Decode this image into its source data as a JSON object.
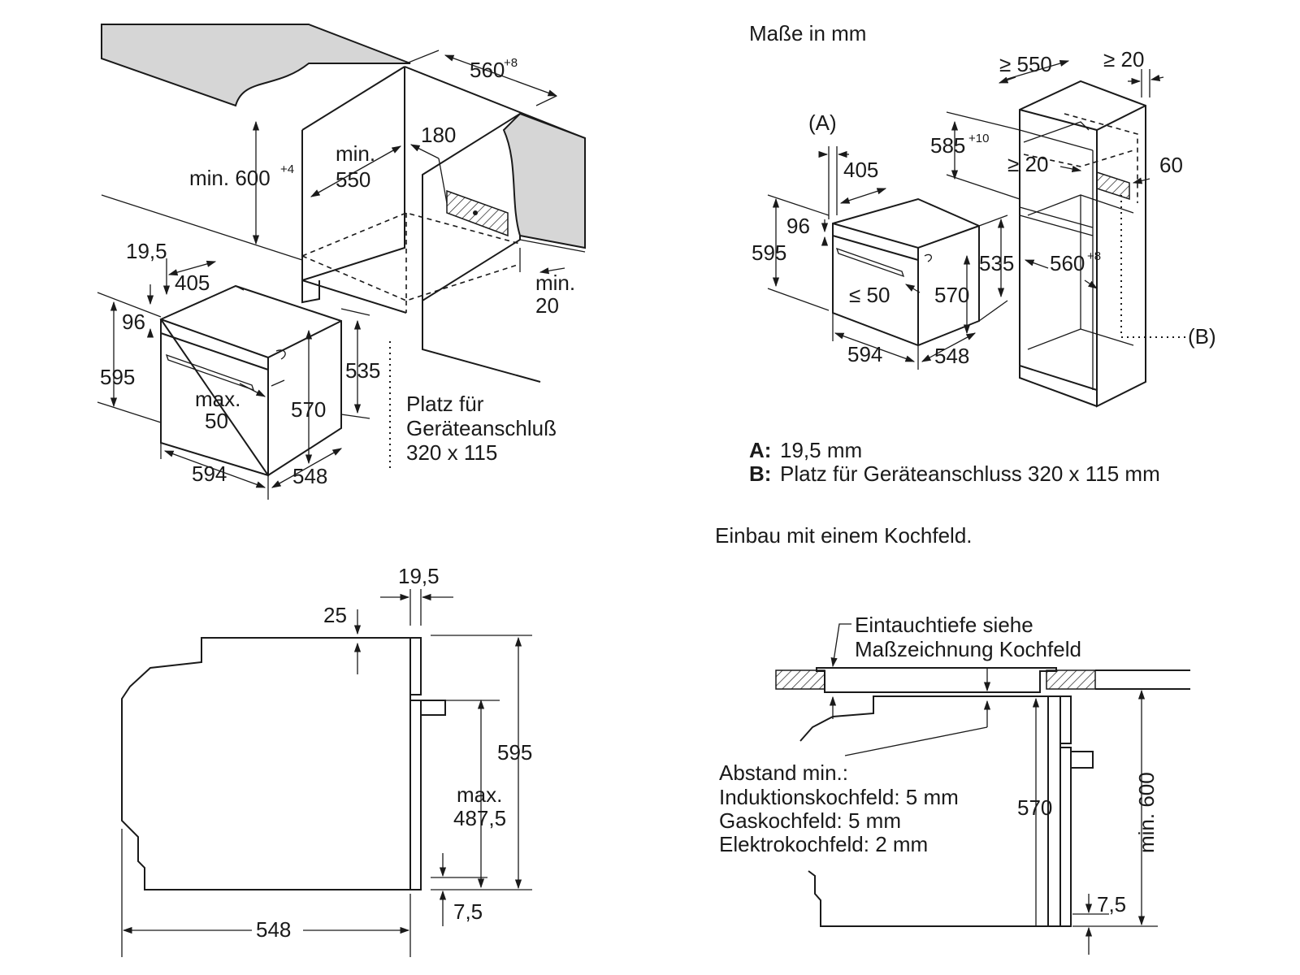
{
  "units_heading": "Maße in mm",
  "top_left": {
    "dim_560": "560",
    "dim_560_tol": "+8",
    "dim_180": "180",
    "dim_min_600": "min. 600",
    "dim_min_600_tol": "+4",
    "dim_min": "min.",
    "dim_550": "550",
    "dim_19_5": "19,5",
    "dim_405": "405",
    "dim_96": "96",
    "dim_595": "595",
    "dim_max": "max.",
    "dim_50": "50",
    "dim_570": "570",
    "dim_535": "535",
    "dim_594": "594",
    "dim_548": "548",
    "dim_min_20_a": "min.",
    "dim_min_20_b": "20",
    "note_line1": "Platz für",
    "note_line2": "Geräteanschluß",
    "note_line3": "320 x 115"
  },
  "top_right": {
    "label_a": "(A)",
    "dim_405": "405",
    "dim_96": "96",
    "dim_595": "595",
    "dim_le_50": "≤ 50",
    "dim_570": "570",
    "dim_535": "535",
    "dim_594": "594",
    "dim_548": "548",
    "dim_585": "585",
    "dim_585_tol": "+10",
    "dim_ge_550": "≥ 550",
    "dim_ge_20_top": "≥ 20",
    "dim_ge_20_mid": "≥ 20",
    "dim_60": "60",
    "dim_560": "560",
    "dim_560_tol": "+8",
    "label_b": "(B)",
    "legend_a_key": "A:",
    "legend_a_text": "19,5 mm",
    "legend_b_key": "B:",
    "legend_b_text": "Platz für Geräteanschluss 320 x 115 mm"
  },
  "bottom_left": {
    "dim_19_5": "19,5",
    "dim_25": "25",
    "dim_595": "595",
    "dim_max": "max.",
    "dim_487_5": "487,5",
    "dim_548": "548",
    "dim_7_5": "7,5"
  },
  "bottom_right": {
    "heading": "Einbau mit einem Kochfeld.",
    "note_line1": "Eintauchtiefe siehe",
    "note_line2": "Maßzeichnung Kochfeld",
    "abstand_title": "Abstand min.:",
    "abstand_induktion": "Induktionskochfeld: 5 mm",
    "abstand_gas": "Gaskochfeld: 5 mm",
    "abstand_elektro": "Elektrokochfeld: 2 mm",
    "dim_570": "570",
    "dim_min_600": "min. 600",
    "dim_7_5": "7,5"
  }
}
